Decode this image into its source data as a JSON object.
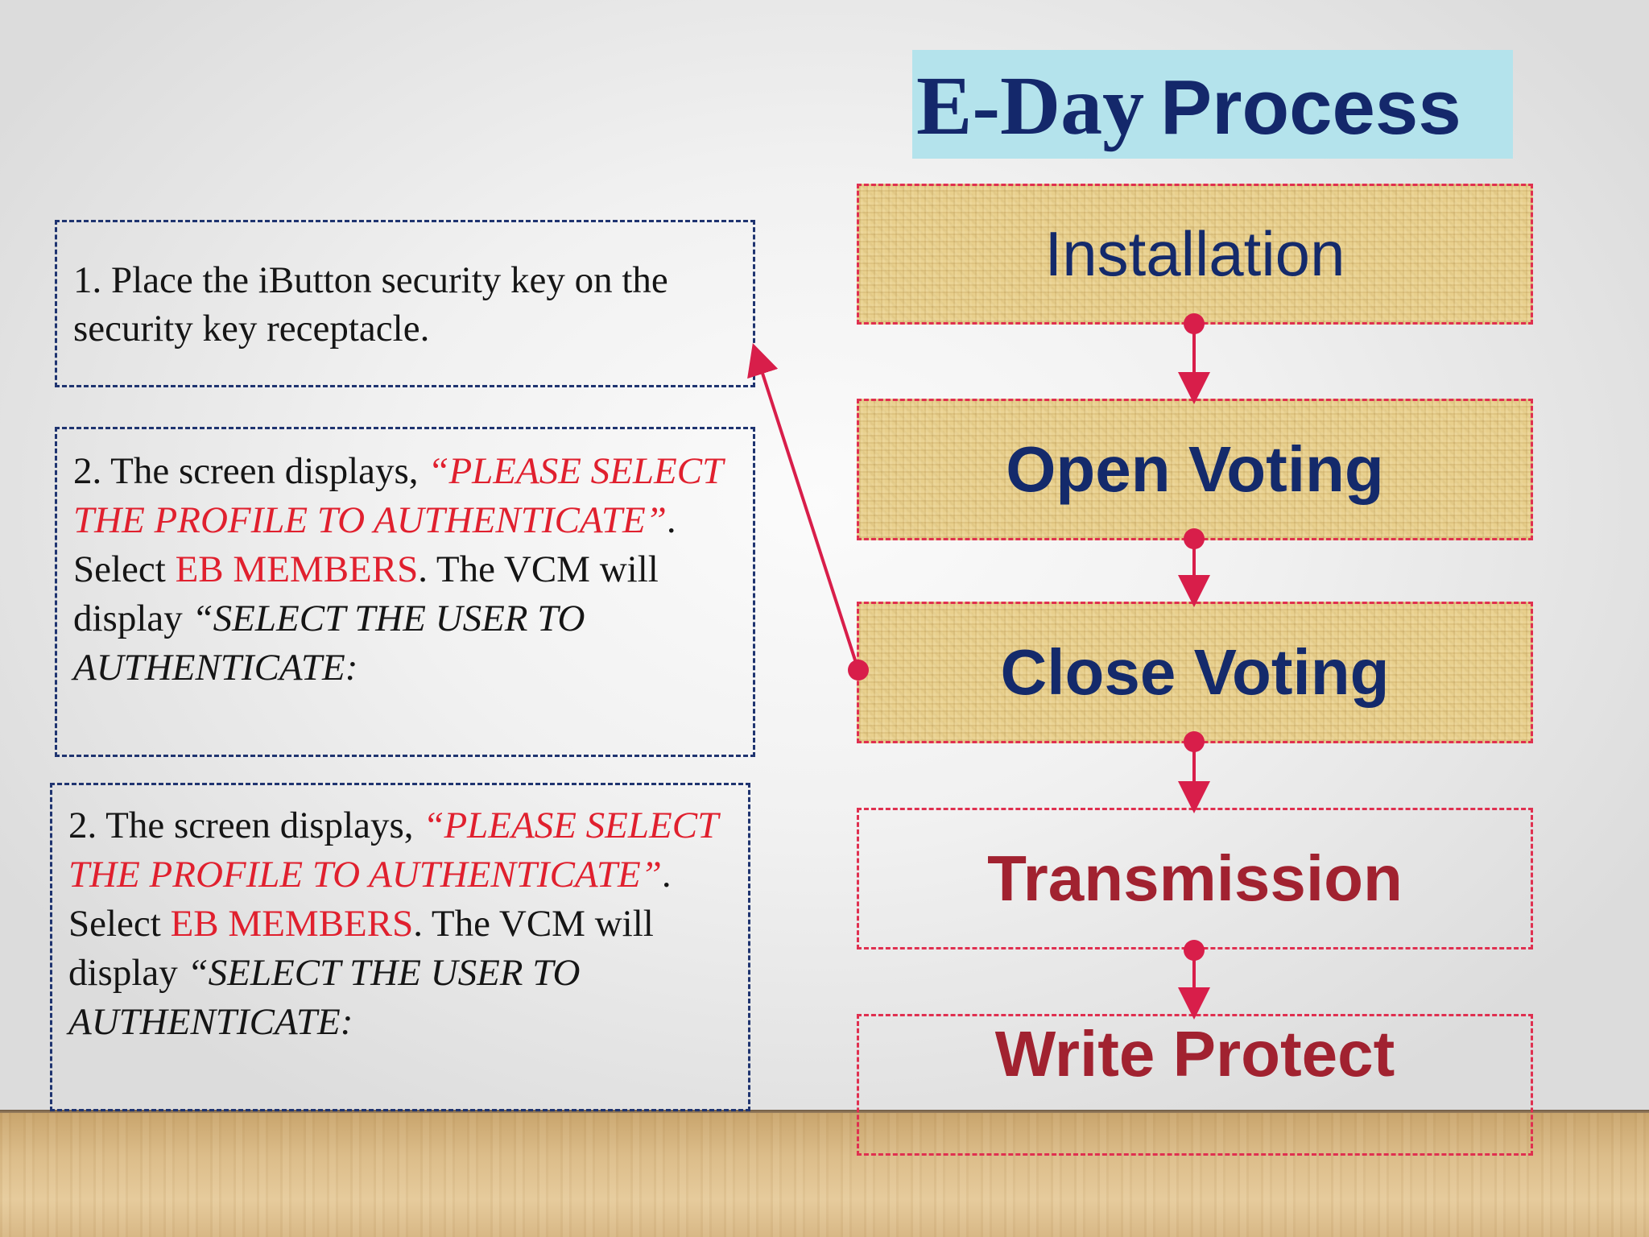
{
  "title": {
    "part1": "E-Day",
    "part2": "Process"
  },
  "steps": [
    {
      "label": "Installation"
    },
    {
      "label": "Open Voting"
    },
    {
      "label": "Close Voting"
    },
    {
      "label": "Transmission"
    },
    {
      "label": "Write Protect"
    }
  ],
  "notes": [
    {
      "text": "1. Place the iButton security key on the security key receptacle."
    },
    {
      "s1": "2. The screen displays, ",
      "s2": "“PLEASE SELECT THE PROFILE TO AUTHENTICATE”",
      "s3": ".  Select ",
      "s4": "EB MEMBERS",
      "s5": ". The VCM will display ",
      "s6": "“SELECT THE USER TO AUTHENTICATE:"
    },
    {
      "s1": "2. The screen displays, ",
      "s2": "“PLEASE SELECT THE PROFILE TO AUTHENTICATE”",
      "s3": ".  Select ",
      "s4": "EB MEMBERS",
      "s5": ". The VCM will display ",
      "s6": "“SELECT THE USER TO AUTHENTICATE:"
    }
  ],
  "colors": {
    "title_text": "#14286b",
    "title_band": "#b4e3ec",
    "step_border": "#e03050",
    "step_text_blue": "#142a6b",
    "step_text_red": "#a12230",
    "note_border": "#1f3470",
    "highlight_red": "#e0202e",
    "connector": "#d81e4a"
  }
}
